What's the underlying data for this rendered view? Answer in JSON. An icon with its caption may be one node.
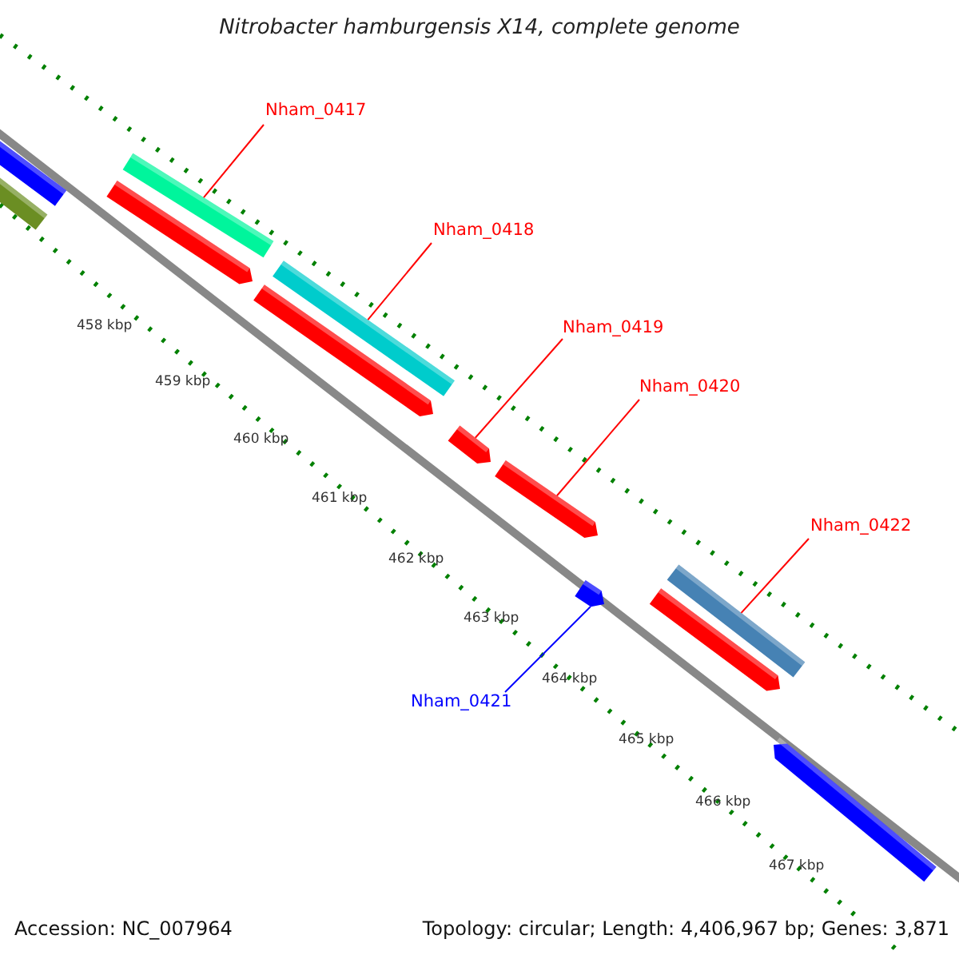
{
  "diagram": {
    "title": "Nitrobacter hamburgensis X14, complete genome",
    "nodes": [
      {
        "text": [
          "Nham_0417"
        ]
      },
      {
        "text": [
          "Nham_0418"
        ]
      },
      {
        "text": [
          "Nham_0419"
        ]
      },
      {
        "text": [
          "Nham_0420"
        ]
      },
      {
        "text": [
          "Nham_0422"
        ]
      },
      {
        "text": [
          "Nham_0421"
        ]
      },
      {
        "text": [],
        "shape": "bar"
      },
      {
        "text": [],
        "shape": "bar"
      },
      {
        "text": [],
        "shape": "bar"
      },
      {
        "text": [],
        "shape": "bar"
      },
      {
        "text": [],
        "shape": "bar"
      },
      {
        "text": [],
        "shape": "bar"
      },
      {
        "text": [],
        "shape": "bar"
      },
      {
        "text": [],
        "shape": "bar"
      },
      {
        "text": [],
        "shape": "bar"
      },
      {
        "text": [],
        "shape": "bar"
      },
      {
        "text": [],
        "shape": "bar"
      },
      {
        "text": [],
        "shape": "bar"
      }
    ],
    "edges": [
      {
        "from": 0,
        "to": 8,
        "arrow": "none"
      },
      {
        "from": 1,
        "to": 10,
        "arrow": "none"
      },
      {
        "from": 2,
        "to": 12,
        "arrow": "none"
      },
      {
        "from": 3,
        "to": 13,
        "arrow": "none"
      },
      {
        "from": 4,
        "to": 15,
        "arrow": "none"
      },
      {
        "from": 5,
        "to": 14,
        "arrow": "none",
        "color": "#0000ff"
      }
    ],
    "labels": [
      "458 kbp",
      "459 kbp",
      "460 kbp",
      "461 kbp",
      "462 kbp",
      "463 kbp",
      "464 kbp",
      "465 kbp",
      "466 kbp",
      "467 kbp",
      "Accession: NC_007964",
      "Topology: circular; Length: 4,406,967 bp; Genes: 3,871"
    ]
  }
}
